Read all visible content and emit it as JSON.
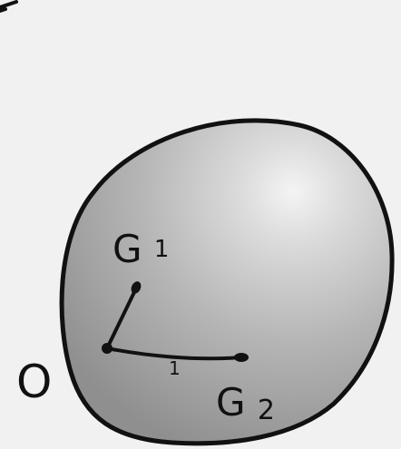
{
  "colors": {
    "background": "#f1f1f1",
    "ink": "#111111",
    "blob_fill": "#a9a9a9",
    "blob_highlight": "#f4f4f4"
  },
  "labels": {
    "g1": {
      "letter": "G",
      "subscript": "1"
    },
    "g2": {
      "letter": "G",
      "subscript": "2"
    },
    "origin": "O",
    "tick_mark": "1"
  }
}
